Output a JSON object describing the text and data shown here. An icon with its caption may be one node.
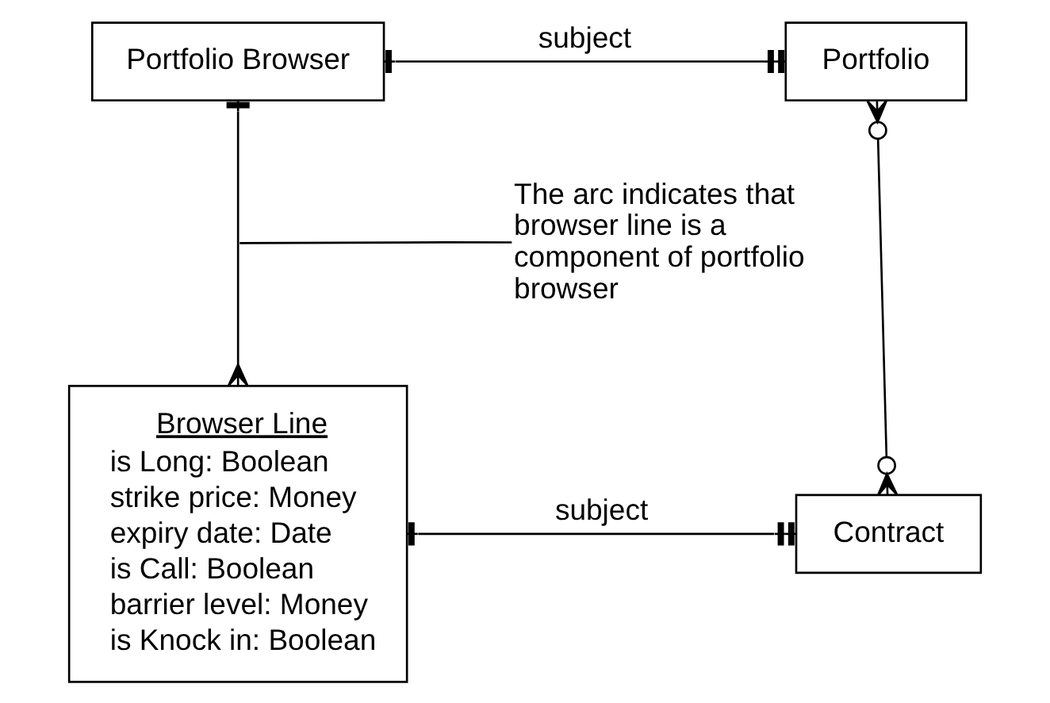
{
  "diagram": {
    "nodes": [
      {
        "text": [
          "Portfolio Browser"
        ]
      },
      {
        "text": [
          "Portfolio"
        ]
      },
      {
        "text": [
          "Browser Line",
          "is Long: Boolean",
          "strike price: Money",
          "expiry date: Date",
          "is Call: Boolean",
          "barrier level: Money",
          "is Knock in: Boolean"
        ]
      },
      {
        "text": [
          "Contract"
        ]
      },
      {
        "text": [
          "The arc indicates that browser line is a component of portfolio browser"
        ]
      }
    ],
    "edges": [
      {
        "from": 0,
        "to": 1,
        "arrow": "other",
        "label": "subject"
      },
      {
        "from": 0,
        "to": 2,
        "arrow": "other"
      },
      {
        "from": 1,
        "to": 3,
        "arrow": "other"
      },
      {
        "from": 2,
        "to": 3,
        "arrow": "other",
        "label": "subject"
      },
      {
        "from": 4,
        "to": null,
        "arrow": "none"
      }
    ]
  }
}
